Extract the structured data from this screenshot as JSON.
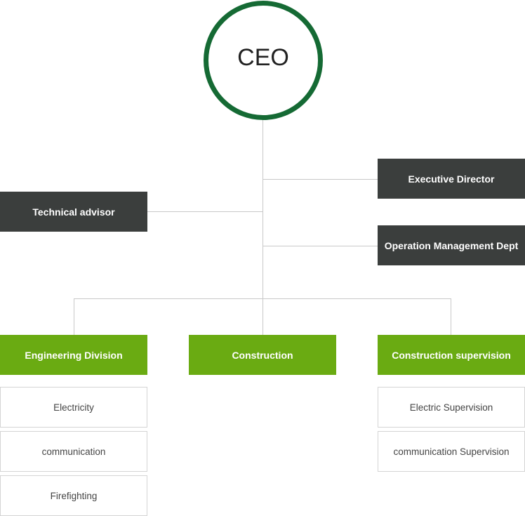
{
  "ceo": {
    "label": "CEO"
  },
  "staff": {
    "technical_advisor": "Technical advisor",
    "executive_director": "Executive Director",
    "operation_management": "Operation Management Dept"
  },
  "divisions": {
    "engineering": {
      "label": "Engineering Division",
      "units": [
        "Electricity",
        "communication",
        "Firefighting"
      ]
    },
    "construction": {
      "label": "Construction"
    },
    "supervision": {
      "label": "Construction supervision",
      "units": [
        "Electric Supervision",
        "communication Supervision"
      ]
    }
  },
  "colors": {
    "ceo_ring": "#156a34",
    "staff_box": "#3b3e3d",
    "division_box": "#6aab12",
    "connector": "#c8c8c8"
  }
}
